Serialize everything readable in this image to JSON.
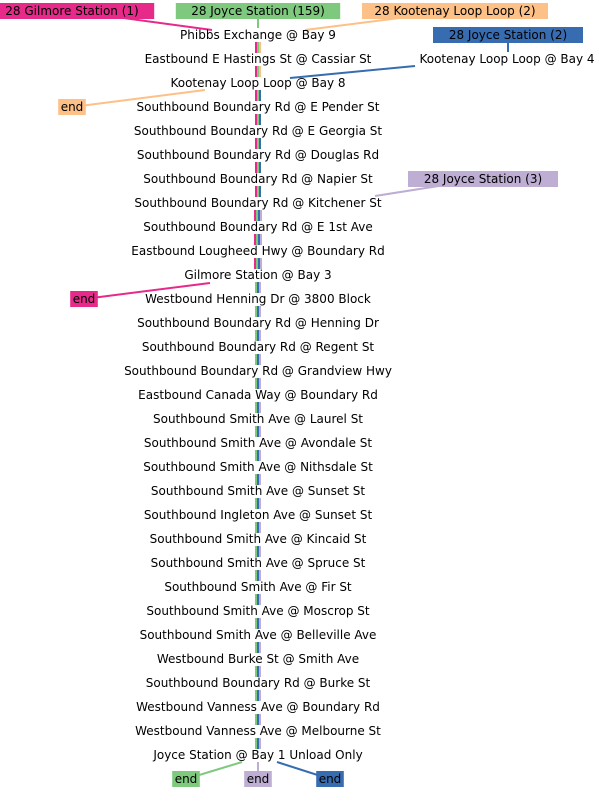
{
  "stops": [
    "Phibbs Exchange @ Bay 9",
    "Eastbound E Hastings St @ Cassiar St",
    "Kootenay Loop Loop @ Bay 8",
    "Southbound Boundary Rd @ E Pender St",
    "Southbound Boundary Rd @ E Georgia St",
    "Southbound Boundary Rd @ Douglas Rd",
    "Southbound Boundary Rd @ Napier St",
    "Southbound Boundary Rd @ Kitchener St",
    "Southbound Boundary Rd @ E 1st Ave",
    "Eastbound Lougheed Hwy @ Boundary Rd",
    "Gilmore Station @ Bay 3",
    "Westbound Henning Dr @ 3800 Block",
    "Southbound Boundary Rd @ Henning Dr",
    "Southbound Boundary Rd @ Regent St",
    "Southbound Boundary Rd @ Grandview Hwy",
    "Eastbound Canada Way @ Boundary Rd",
    "Southbound Smith Ave @ Laurel St",
    "Southbound Smith Ave @ Avondale St",
    "Southbound Smith Ave @ Nithsdale St",
    "Southbound Smith Ave @ Sunset St",
    "Southbound Ingleton Ave @ Sunset St",
    "Southbound Smith Ave @ Kincaid St",
    "Southbound Smith Ave @ Spruce St",
    "Southbound Smith Ave @ Fir St",
    "Southbound Smith Ave @ Moscrop St",
    "Southbound Smith Ave @ Belleville Ave",
    "Westbound Burke St @ Smith Ave",
    "Southbound Boundary Rd @ Burke St",
    "Westbound Vanness Ave @ Boundary Rd",
    "Westbound Vanness Ave @ Melbourne St",
    "Joyce Station @ Bay 1 Unload Only"
  ],
  "extra_stop": "Kootenay Loop Loop @ Bay 4",
  "patterns": [
    {
      "id": "gilmore",
      "label": "28 Gilmore Station (1)",
      "color": "#e7298a",
      "first_stop": 0,
      "last_stop": 10
    },
    {
      "id": "joyce159",
      "label": "28 Joyce Station (159)",
      "color": "#7fc97f",
      "first_stop": 0,
      "last_stop": 30
    },
    {
      "id": "kootenay",
      "label": "28 Kootenay Loop Loop (2)",
      "color": "#fdc086",
      "first_stop": 0,
      "last_stop": 2
    },
    {
      "id": "joyce2",
      "label": "28 Joyce Station (2)",
      "color": "#386cb0",
      "first_stop": 2,
      "last_stop": 30
    },
    {
      "id": "joyce3",
      "label": "28 Joyce Station (3)",
      "color": "#beaed4",
      "first_stop": 7,
      "last_stop": 30
    }
  ],
  "end_label": "end"
}
